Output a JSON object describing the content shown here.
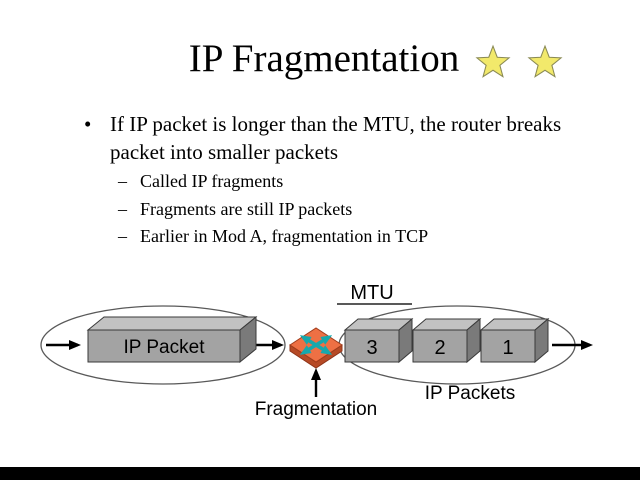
{
  "slide": {
    "title": "IP Fragmentation",
    "star_color": "#F2E96B"
  },
  "bullets": {
    "main": {
      "marker": "•",
      "text": "If IP packet is longer than the MTU, the router breaks packet into smaller packets"
    },
    "sub": [
      {
        "marker": "–",
        "text": "Called IP fragments"
      },
      {
        "marker": "–",
        "text": "Fragments are still IP packets"
      },
      {
        "marker": "–",
        "text": "Earlier in Mod A, fragmentation in TCP"
      }
    ]
  },
  "diagram": {
    "mtu_label": "MTU",
    "ip_packet_label": "IP Packet",
    "fragment_labels": [
      "3",
      "2",
      "1"
    ],
    "ip_packets_label": "IP Packets",
    "fragmentation_label": "Fragmentation",
    "colors": {
      "box_front": "#A3A3A3",
      "box_top": "#C2C2C2",
      "box_side": "#7A7A7A",
      "router_fill": "#EE7044",
      "router_side": "#B64A26",
      "router_arrows": "#17A8AC"
    }
  }
}
